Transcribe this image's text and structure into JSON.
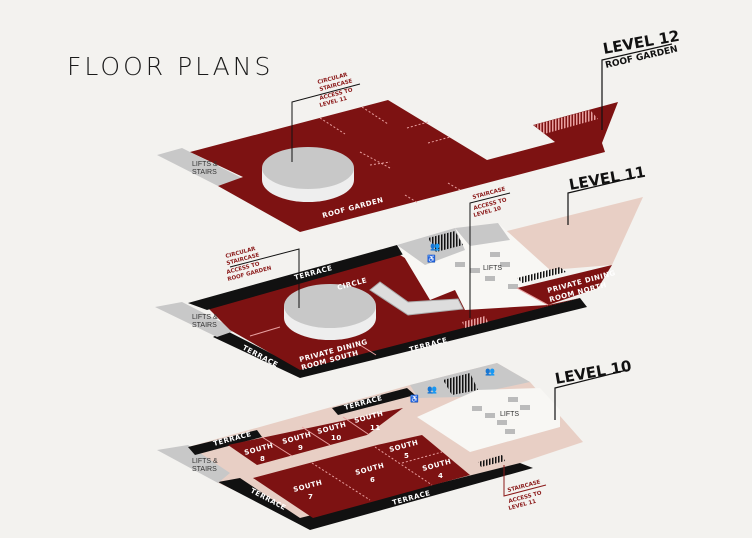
{
  "title": "FLOOR PLANS",
  "colors": {
    "floor": "#7d1212",
    "terrace": "#111111",
    "lifts": "#c8c8c8",
    "corridor": "#e8cfc5",
    "background": "#f3f2ef"
  },
  "level12": {
    "label": "LEVEL 12",
    "sublabel": "ROOF GARDEN",
    "lifts": [
      "LIFTS &",
      "STAIRS"
    ],
    "room": "ROOF GARDEN",
    "staircase_note": {
      "title": "CIRCULAR",
      "title2": "STAIRCASE",
      "access": "ACCESS TO",
      "access2": "LEVEL 11"
    }
  },
  "level11": {
    "label": "LEVEL 11",
    "lifts": [
      "LIFTS &",
      "STAIRS"
    ],
    "lifts_core": "LIFTS",
    "terrace_top": "TERRACE",
    "terrace_left": "TERRACE",
    "terrace_bottom": "TERRACE",
    "circle": "CIRCLE",
    "pdr_south": [
      "PRIVATE DINING",
      "ROOM SOUTH"
    ],
    "pdr_north": [
      "PRIVATE DINING",
      "ROOM NORTH"
    ],
    "circ_note": {
      "title": "CIRCULAR",
      "title2": "STAIRCASE",
      "access": "ACCESS TO",
      "access2": "ROOF GARDEN"
    },
    "stair_note": {
      "title": "STAIRCASE",
      "access": "ACCESS TO",
      "access2": "LEVEL 10"
    }
  },
  "level10": {
    "label": "LEVEL 10",
    "lifts": [
      "LIFTS &",
      "STAIRS"
    ],
    "lifts_core": "LIFTS",
    "terrace_top1": "TERRACE",
    "terrace_top2": "TERRACE",
    "terrace_left": "TERRACE",
    "terrace_bottom": "TERRACE",
    "rooms": [
      {
        "name": "SOUTH",
        "num": "8"
      },
      {
        "name": "SOUTH",
        "num": "9"
      },
      {
        "name": "SOUTH",
        "num": "10"
      },
      {
        "name": "SOUTH",
        "num": "11"
      },
      {
        "name": "SOUTH",
        "num": "7"
      },
      {
        "name": "SOUTH",
        "num": "6"
      },
      {
        "name": "SOUTH",
        "num": "5"
      },
      {
        "name": "SOUTH",
        "num": "4"
      }
    ],
    "stair_note": {
      "title": "STAIRCASE",
      "access": "ACCESS TO",
      "access2": "LEVEL 11"
    }
  }
}
